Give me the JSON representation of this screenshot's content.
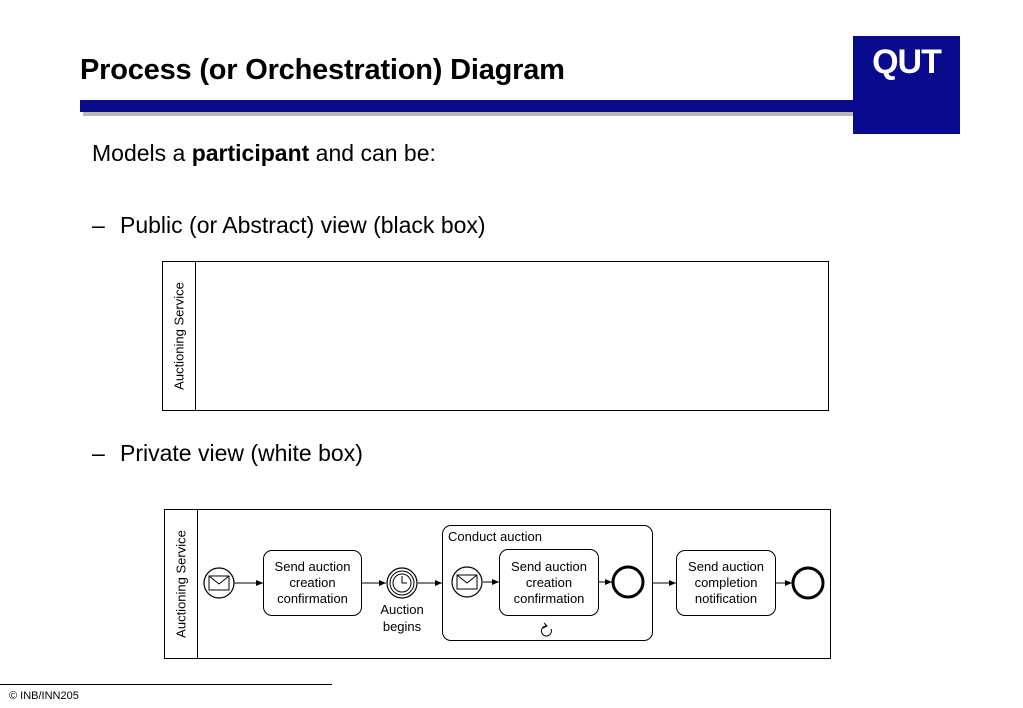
{
  "header": {
    "title": "Process (or Orchestration) Diagram",
    "logo_text": "QUT",
    "brand_color": "#0a0a8c"
  },
  "body": {
    "intro_prefix": "Models a ",
    "intro_bold": "participant",
    "intro_suffix": " and can be:",
    "bullet_dash": "–",
    "bullet_public": "Public (or Abstract) view (black box)",
    "bullet_private": "Private view (white box)"
  },
  "public_diagram": {
    "lane_label": "Auctioning Service"
  },
  "private_diagram": {
    "lane_label": "Auctioning Service",
    "task1": "Send auction creation confirmation",
    "timer_label": "Auction begins",
    "subprocess_label": "Conduct auction",
    "task2": "Send auction creation confirmation",
    "task3": "Send auction completion notification"
  },
  "footer": {
    "text": "© INB/INN205"
  }
}
